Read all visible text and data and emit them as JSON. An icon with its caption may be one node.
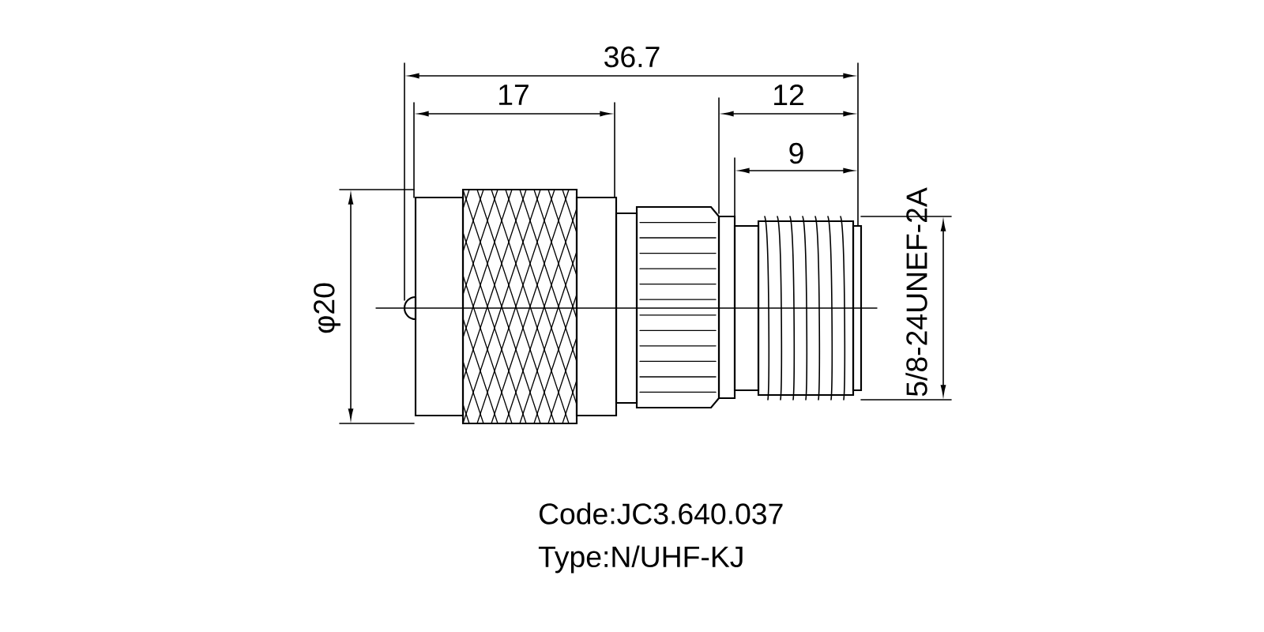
{
  "diagram": {
    "labels": [
      "36.7",
      "17",
      "12",
      "9",
      "φ20",
      "5/8-24UNEF-2A",
      "Code:JC3.640.037",
      "Type:N/UHF-KJ"
    ]
  }
}
